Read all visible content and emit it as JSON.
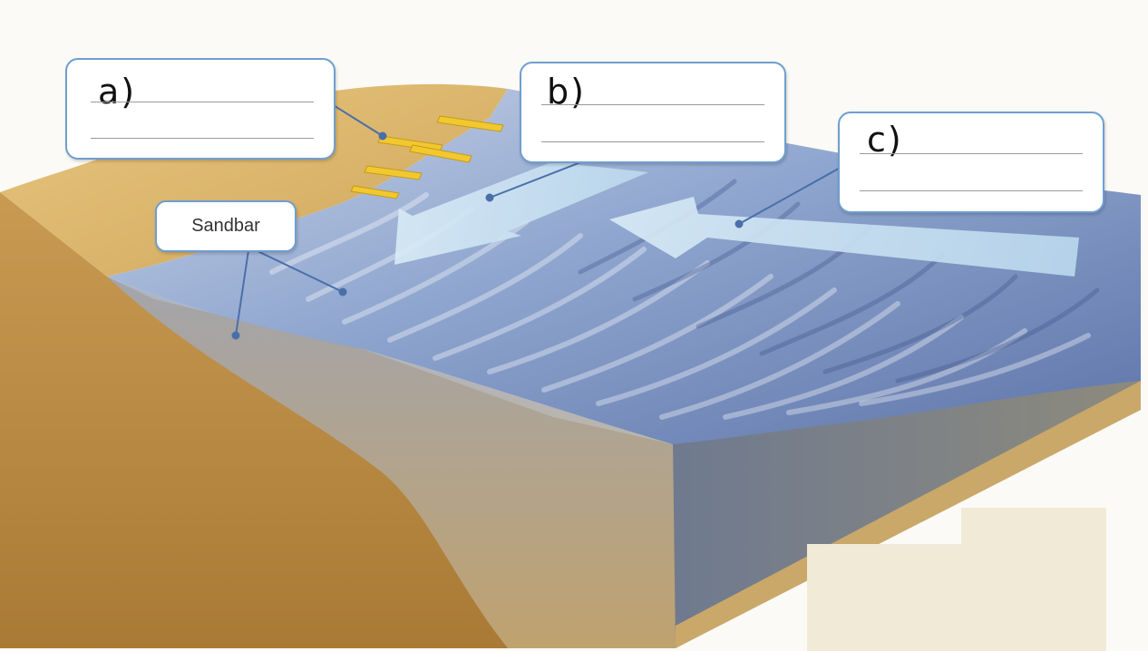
{
  "labels": {
    "a": "a)",
    "b": "b)",
    "c": "c)",
    "sandbar": "Sandbar"
  },
  "icons": [
    "wind-arrows-icon",
    "current-arrow-icon",
    "wave-arrow-icon"
  ],
  "colors": {
    "sand": "#d9b36a",
    "sand_dark": "#b8873f",
    "water": "#8fa6cf",
    "water_deep": "#5b72a8",
    "arrow": "#cde4f3",
    "wind_arrow": "#f2c830",
    "box_border": "#6f9ecf",
    "leader": "#4a6fa8"
  }
}
